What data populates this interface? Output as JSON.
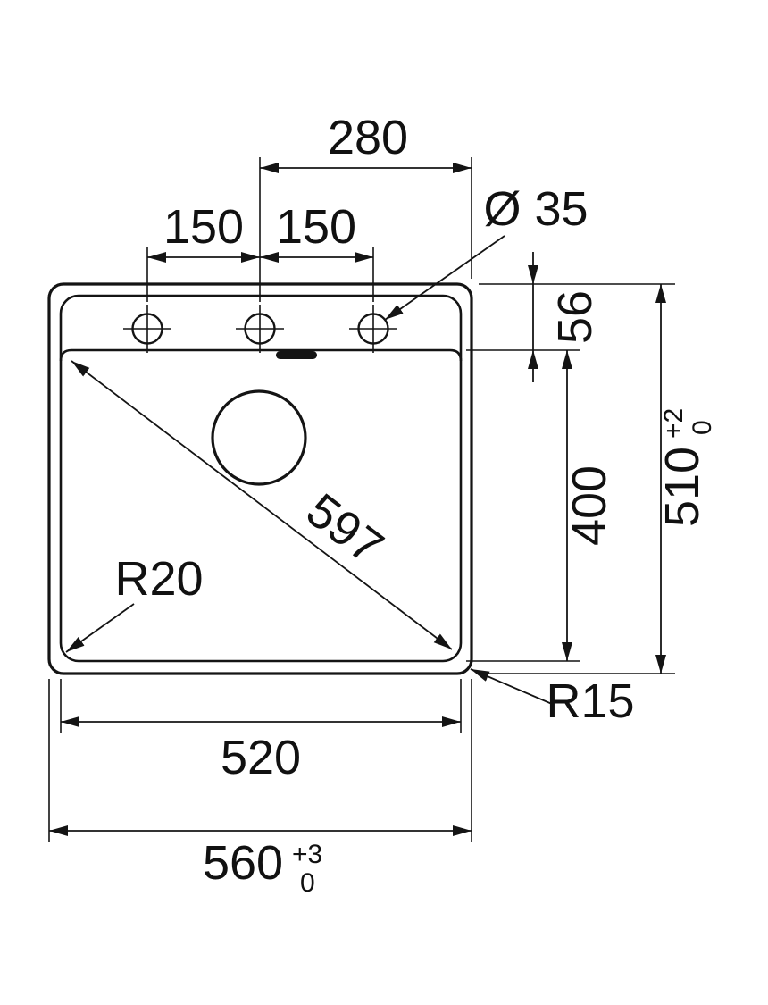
{
  "dims": {
    "center_to_edge_width": "280",
    "hole_pitch_left": "150",
    "hole_pitch_right": "150",
    "hole_diameter": "Ø 35",
    "deck_depth": "56",
    "bowl_depth": "400",
    "overall_depth": "510",
    "overall_depth_tol_upper": "+2",
    "overall_depth_tol_lower": "0",
    "bowl_diagonal": "597",
    "bowl_corner_radius": "R20",
    "outer_corner_radius": "R15",
    "bowl_width": "520",
    "overall_width": "560",
    "overall_width_tol_upper": "+3",
    "overall_width_tol_lower": "0"
  }
}
